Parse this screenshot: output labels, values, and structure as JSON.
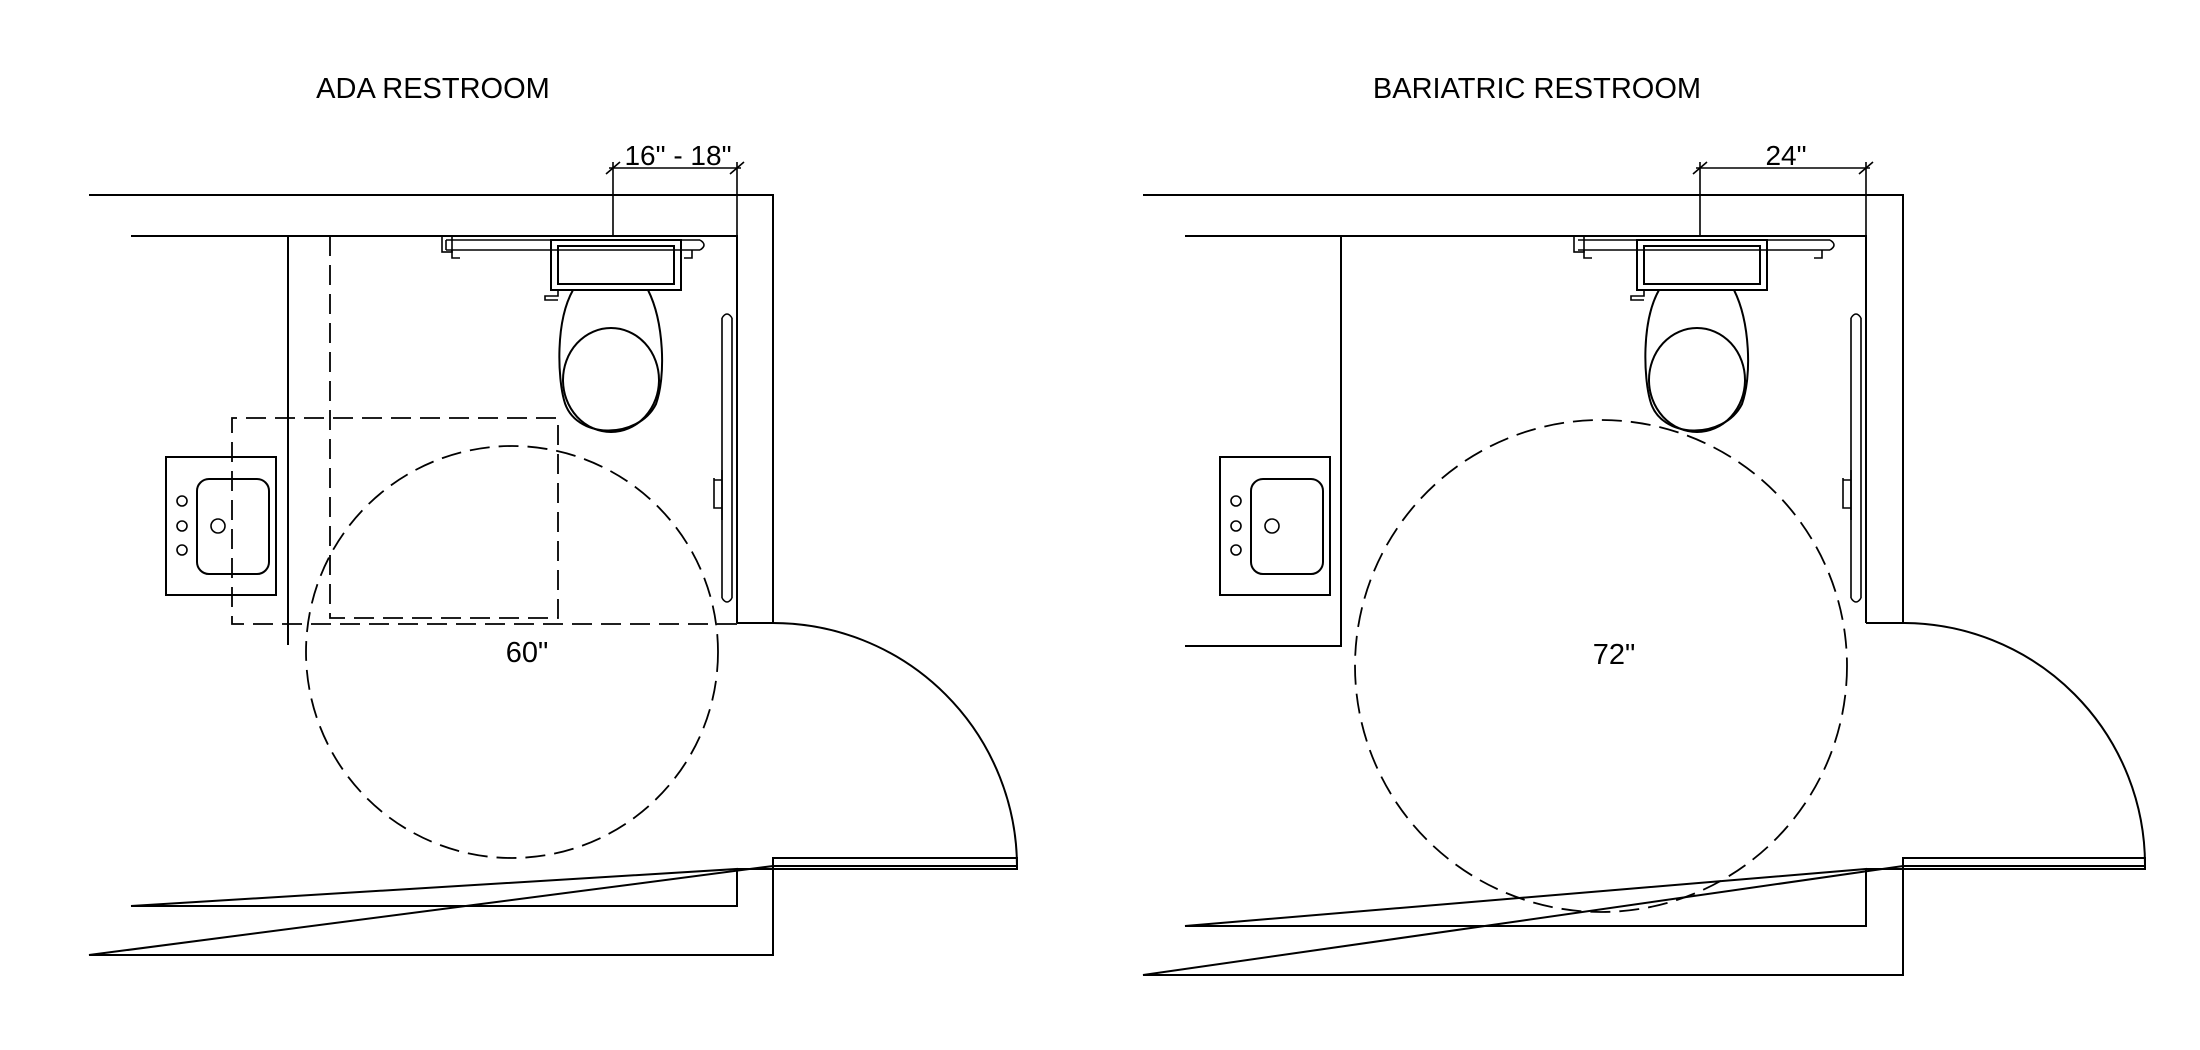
{
  "plans": [
    {
      "title": "ADA RESTROOM",
      "grab_bar_dimension": "16\" - 18\"",
      "turning_space_label": "60\""
    },
    {
      "title": "BARIATRIC RESTROOM",
      "grab_bar_dimension": "24\"",
      "turning_space_label": "72\""
    }
  ]
}
